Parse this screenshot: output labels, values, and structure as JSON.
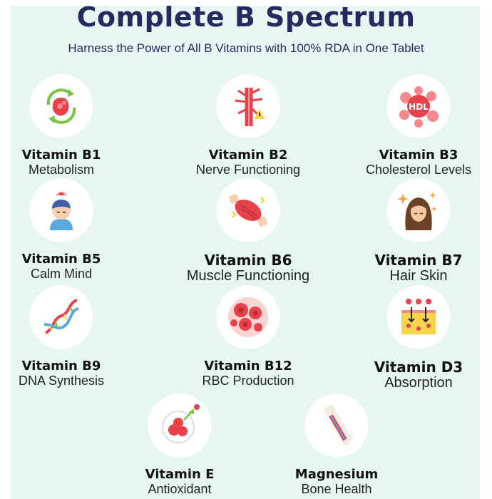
{
  "header": {
    "title": "Complete B Spectrum",
    "subtitle": "Harness the Power of All B Vitamins with 100% RDA in One Tablet"
  },
  "colors": {
    "background": "#e6f7f3",
    "title": "#262a5e",
    "accent_red": "#e8414a",
    "accent_green": "#7cc242"
  },
  "vitamins": [
    {
      "name": "Vitamin B1",
      "benefit": "Metabolism",
      "icon": "metabolism-organ-icon"
    },
    {
      "name": "Vitamin B2",
      "benefit": "Nerve  Functioning",
      "icon": "nerve-icon"
    },
    {
      "name": "Vitamin B3",
      "benefit": "Cholesterol Levels",
      "icon": "hdl-cholesterol-icon",
      "icon_text": "HDL"
    },
    {
      "name": "Vitamin B5",
      "benefit": "Calm Mind",
      "icon": "calm-mind-icon"
    },
    {
      "name": "Vitamin B6",
      "benefit": "Muscle Functioning",
      "icon": "muscle-icon"
    },
    {
      "name": "Vitamin B7",
      "benefit": "Hair Skin",
      "icon": "hair-skin-icon"
    },
    {
      "name": "Vitamin B9",
      "benefit": "DNA Synthesis",
      "icon": "dna-icon"
    },
    {
      "name": "Vitamin B12",
      "benefit": "RBC Production",
      "icon": "red-blood-cells-icon"
    },
    {
      "name": "Vitamin D3",
      "benefit": "Absorption",
      "icon": "absorption-icon"
    },
    {
      "name": "Vitamin E",
      "benefit": "Antioxidant",
      "icon": "antioxidant-icon"
    },
    {
      "name": "Magnesium",
      "benefit": "Bone Health",
      "icon": "bone-icon"
    }
  ]
}
